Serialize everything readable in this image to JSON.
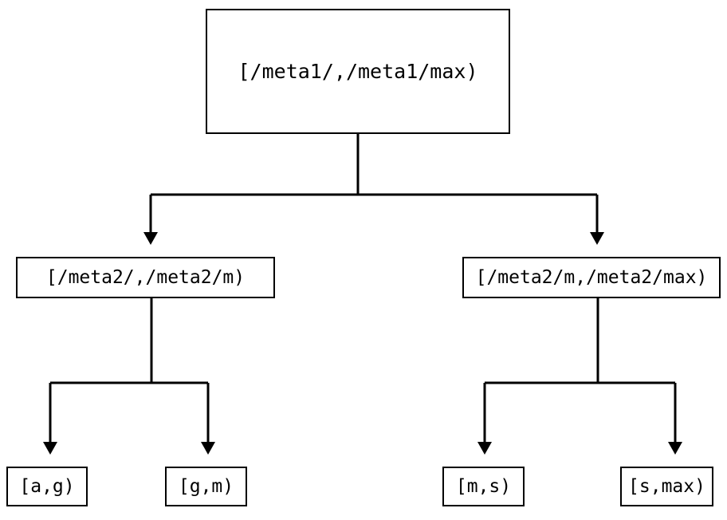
{
  "diagram": {
    "type": "tree",
    "orientation": "top-down",
    "title": "",
    "background_color": "#ffffff",
    "line_color": "#000000",
    "text_color": "#000000",
    "edge_style": "orthogonal-with-filled-triangle-arrowhead",
    "nodes": {
      "root": {
        "label": "[/meta1/,/meta1/max)",
        "level": 0
      },
      "mid_left": {
        "label": "[/meta2/,/meta2/m)",
        "level": 1
      },
      "mid_right": {
        "label": "[/meta2/m,/meta2/max)",
        "level": 1
      },
      "leaf_1": {
        "label": "[a,g)",
        "level": 2
      },
      "leaf_2": {
        "label": "[g,m)",
        "level": 2
      },
      "leaf_3": {
        "label": "[m,s)",
        "level": 2
      },
      "leaf_4": {
        "label": "[s,max)",
        "level": 2
      }
    },
    "edges": [
      {
        "from": "root",
        "to": "mid_left"
      },
      {
        "from": "root",
        "to": "mid_right"
      },
      {
        "from": "mid_left",
        "to": "leaf_1"
      },
      {
        "from": "mid_left",
        "to": "leaf_2"
      },
      {
        "from": "mid_right",
        "to": "leaf_3"
      },
      {
        "from": "mid_right",
        "to": "leaf_4"
      }
    ]
  }
}
